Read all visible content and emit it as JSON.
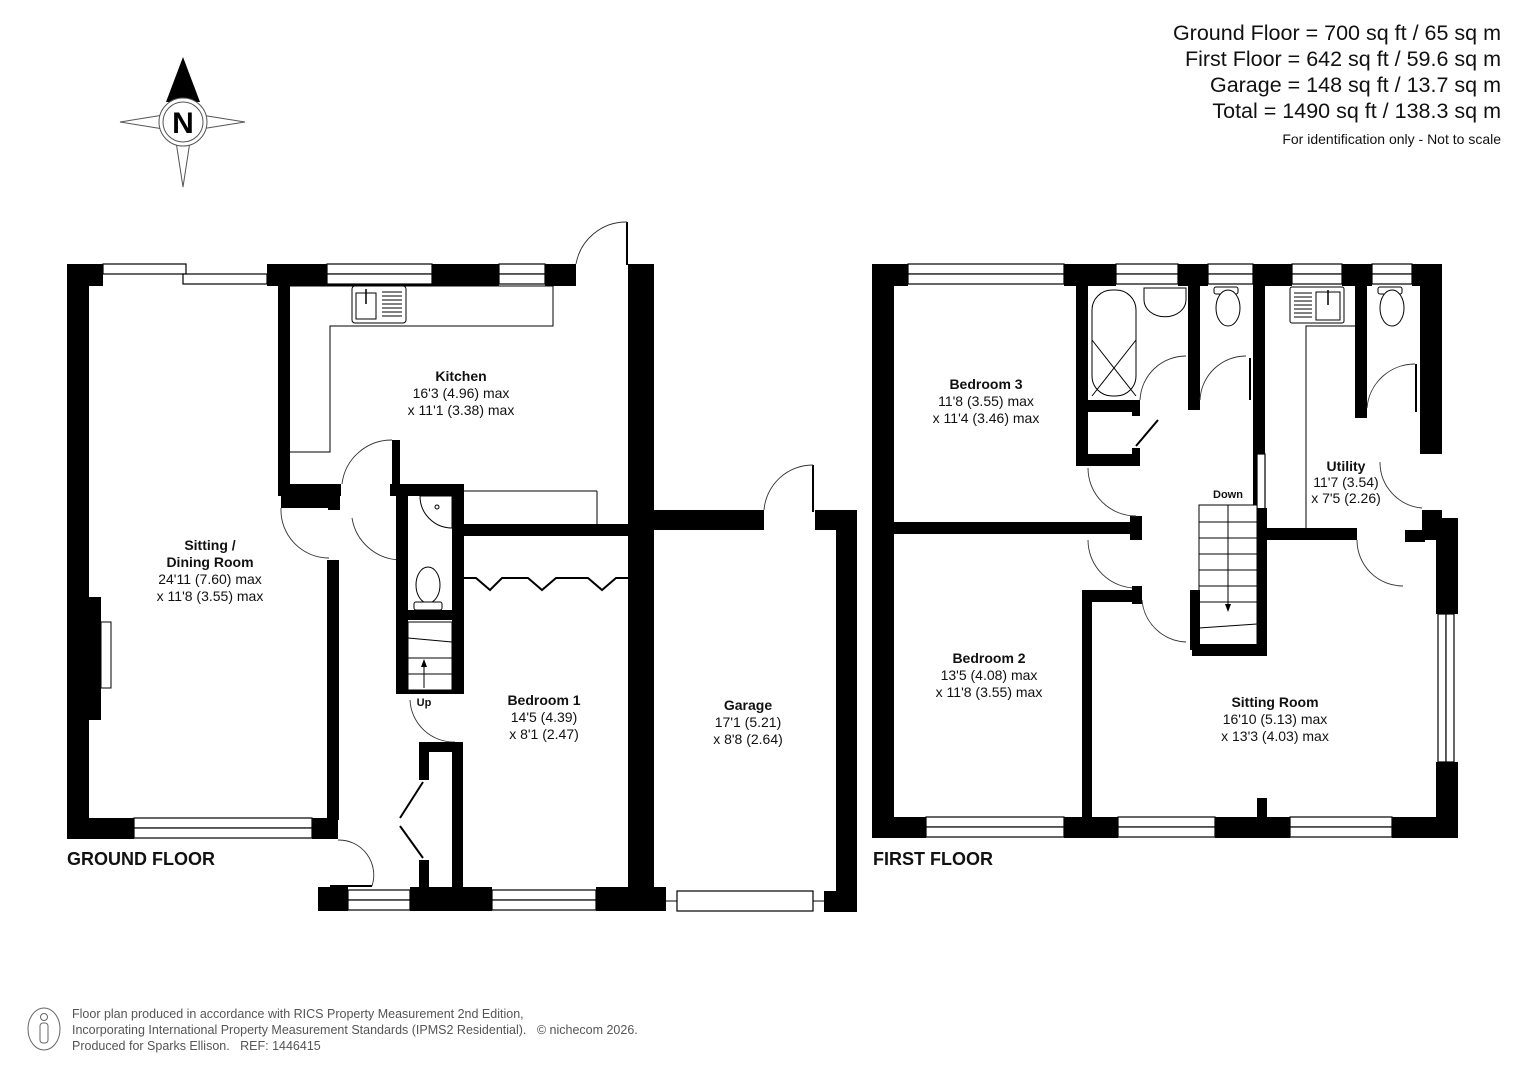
{
  "areas": {
    "ground_floor": "Ground Floor = 700 sq ft / 65 sq m",
    "first_floor": "First Floor = 642 sq ft / 59.6 sq m",
    "garage": "Garage = 148 sq ft / 13.7 sq m",
    "total": "Total = 1490 sq ft / 138.3 sq m",
    "note": "For identification only - Not to scale"
  },
  "compass": {
    "icon": "north-compass-icon",
    "label": "N"
  },
  "ground_floor": {
    "label": "GROUND FLOOR",
    "rooms": {
      "sitting_dining": {
        "name_line1": "Sitting /",
        "name_line2": "Dining Room",
        "dim1": "24'11 (7.60) max",
        "dim2": "x 11'8 (3.55) max"
      },
      "kitchen": {
        "name": "Kitchen",
        "dim1": "16'3 (4.96) max",
        "dim2": "x 11'1 (3.38) max"
      },
      "bedroom1": {
        "name": "Bedroom 1",
        "dim1": "14'5 (4.39)",
        "dim2": "x 8'1 (2.47)"
      },
      "garage": {
        "name": "Garage",
        "dim1": "17'1 (5.21)",
        "dim2": "x 8'8 (2.64)"
      }
    },
    "stairs_label": "Up"
  },
  "first_floor": {
    "label": "FIRST FLOOR",
    "rooms": {
      "bedroom3": {
        "name": "Bedroom 3",
        "dim1": "11'8 (3.55) max",
        "dim2": "x 11'4 (3.46) max"
      },
      "bedroom2": {
        "name": "Bedroom 2",
        "dim1": "13'5 (4.08) max",
        "dim2": "x 11'8 (3.55) max"
      },
      "utility": {
        "name": "Utility",
        "dim1": "11'7 (3.54)",
        "dim2": "x 7'5 (2.26)"
      },
      "sitting_room": {
        "name": "Sitting Room",
        "dim1": "16'10 (5.13) max",
        "dim2": "x 13'3 (4.03) max"
      }
    },
    "stairs_label": "Down"
  },
  "footer": {
    "line1": "Floor plan produced in accordance with RICS Property Measurement 2nd Edition,",
    "line2": "Incorporating International Property Measurement Standards (IPMS2 Residential).",
    "copyright": "© nichecom 2026.",
    "line3": "Produced for Sparks Ellison.   REF: 1446415",
    "icon": "person-icon"
  }
}
